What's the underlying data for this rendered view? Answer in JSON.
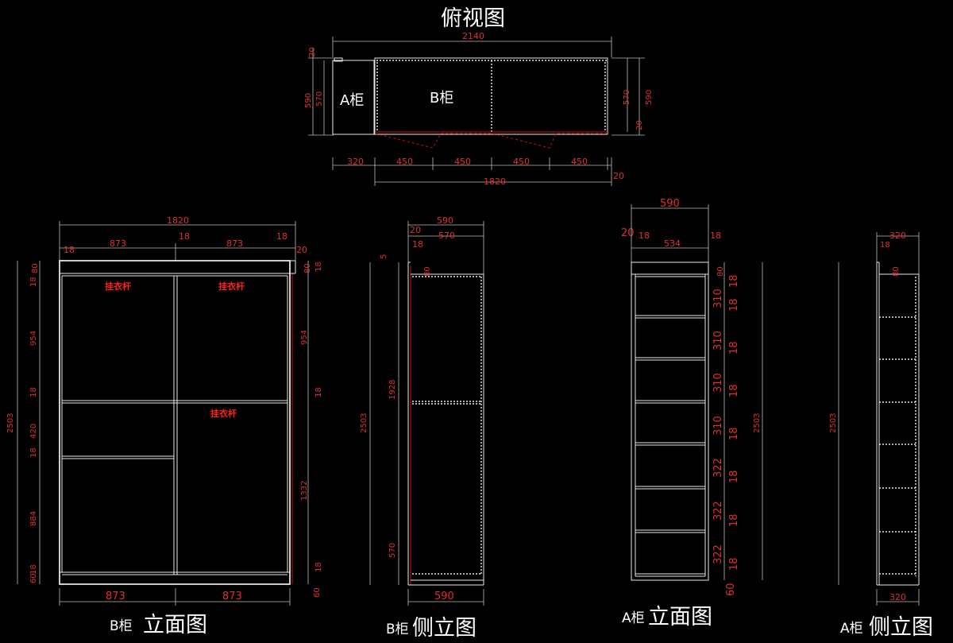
{
  "titles": {
    "top_view": "俯视图",
    "b_front": {
      "prefix": "B柜",
      "main": "立面图"
    },
    "b_side": {
      "prefix": "B柜",
      "main": "侧立图"
    },
    "a_front": {
      "prefix": "A柜",
      "main": "立面图"
    },
    "a_side": {
      "prefix": "A柜",
      "main": "侧立图"
    }
  },
  "top_view": {
    "label_a": "A柜",
    "label_b": "B柜",
    "dims": {
      "overall_width": "2140",
      "a_width": "320",
      "door_widths": [
        "450",
        "450",
        "450",
        "450"
      ],
      "gap": "20",
      "b_width": "1820",
      "left_depth_outer": "590",
      "left_depth_inner": "570",
      "left_top": "20",
      "right_depth_inner": "570",
      "right_depth_outer": "590",
      "right_bottom": "20"
    }
  },
  "b_front": {
    "hang_rail_label": "挂衣杆",
    "dims": {
      "overall_width": "1820",
      "left_bay": "873",
      "mid_panel": "18",
      "right_bay": "873",
      "side_panel_r": "18",
      "side_panel_l": "18",
      "right_gap": "20",
      "bottom_left": "873",
      "bottom_right": "873",
      "height_total": "2503",
      "left_stack": [
        "18",
        "80",
        "954",
        "18",
        "420",
        "18",
        "884",
        "18",
        "60"
      ],
      "right_stack": [
        "18",
        "80",
        "954",
        "18",
        "1332",
        "18",
        "60"
      ]
    }
  },
  "b_side": {
    "dims": {
      "overall_depth": "590",
      "back_gap": "20",
      "inner_depth": "570",
      "panel": "18",
      "height_total": "2503",
      "top_gap": "5",
      "top_strip": "80",
      "upper": "1928",
      "lower": "570",
      "bottom": "590"
    }
  },
  "a_front": {
    "dims": {
      "overall_width": "590",
      "left_gap": "20",
      "left_panel": "18",
      "inner_width": "534",
      "right_panel": "18",
      "height_total": "2503",
      "top_strip": "80",
      "shelf_gaps": [
        "310",
        "310",
        "310",
        "310",
        "322",
        "322",
        "322"
      ],
      "shelf": "18",
      "bottom": "60"
    }
  },
  "a_side": {
    "dims": {
      "overall_depth": "320",
      "panel": "18",
      "height_total": "2503",
      "top_strip": "80",
      "bottom": "320"
    }
  }
}
